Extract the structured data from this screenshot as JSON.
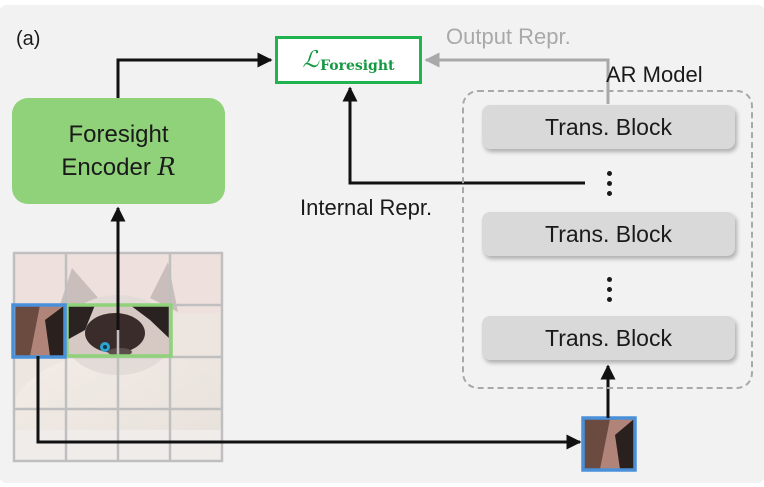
{
  "figure": {
    "panel_label": "(a)",
    "encoder": {
      "line1": "Foresight",
      "line2_prefix": "Encoder ",
      "line2_symbol": "R"
    },
    "loss": {
      "symbol": "ℒ",
      "subscript": "Foresight"
    },
    "output_repr_label": "Output Repr.",
    "ar_model_label": "AR Model",
    "internal_repr_label": "Internal Repr.",
    "trans_blocks": [
      "Trans. Block",
      "Trans. Block",
      "Trans. Block"
    ],
    "colors": {
      "encoder_fill": "#8fd27a",
      "loss_border": "#21b34f",
      "loss_text": "#139a41",
      "patch_blue": "#4a90d9",
      "patch_green": "#8fd27a",
      "gray_arrow": "#a9a9a9",
      "block_fill": "#d9d9d9"
    }
  }
}
